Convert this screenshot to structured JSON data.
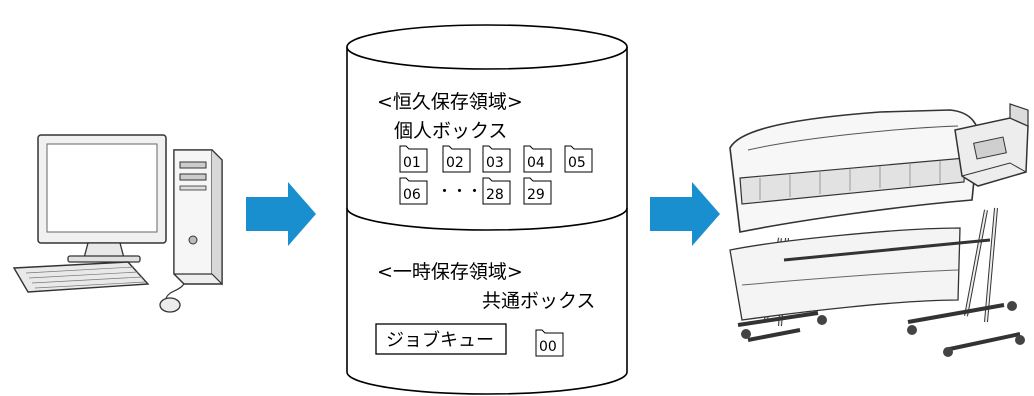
{
  "storage": {
    "permanent": {
      "heading": "<恒久保存領域>",
      "box_label": "個人ボックス",
      "boxes_row1": [
        "01",
        "02",
        "03",
        "04",
        "05"
      ],
      "boxes_row2_start": "06",
      "ellipsis": "・・・",
      "boxes_row2_end": [
        "28",
        "29"
      ]
    },
    "temporary": {
      "heading": "<一時保存領域>",
      "box_label": "共通ボックス",
      "job_queue": "ジョブキュー",
      "box_number": "00"
    }
  },
  "colors": {
    "arrow": "#1a8fd0",
    "outline": "#000000",
    "folder_fill": "#ffffff"
  }
}
